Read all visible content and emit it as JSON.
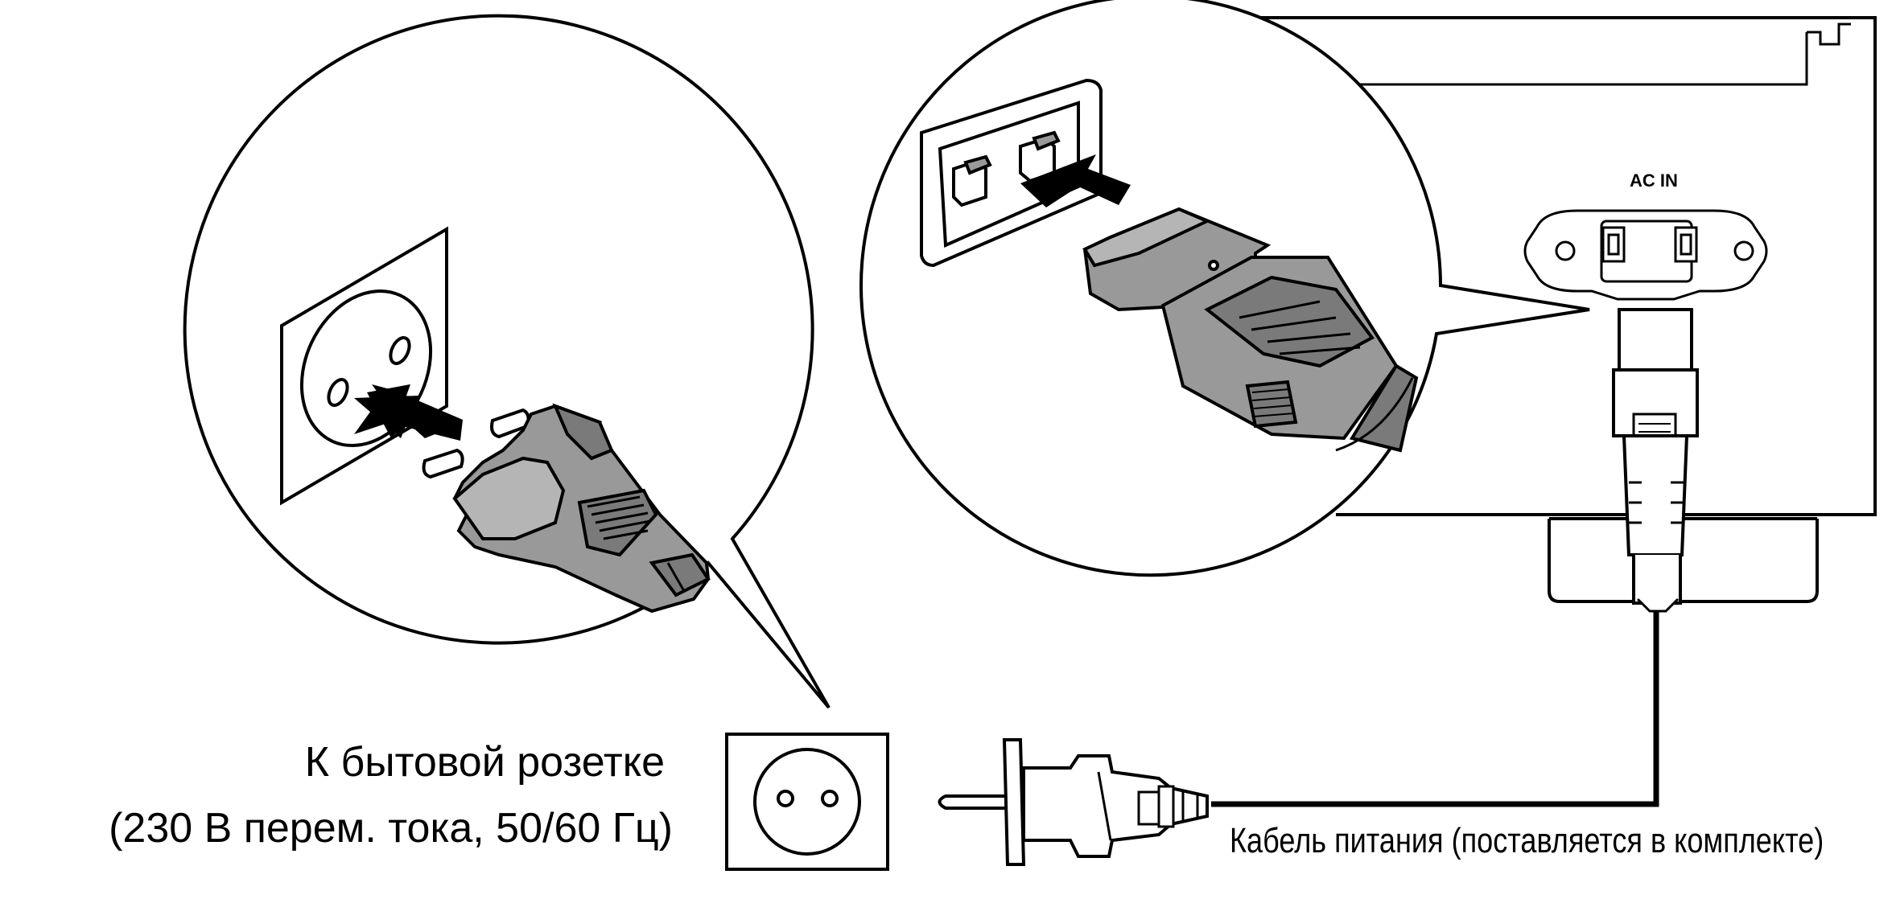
{
  "labels": {
    "ac_in": "AC IN",
    "outlet_line1": "К бытовой розетке",
    "outlet_line2": "(230 В перем. тока, 50/60 Гц)",
    "power_cable": "Кабель питания (поставляется в комплекте)"
  },
  "colors": {
    "line": "#000000",
    "plug_fill": "#999999",
    "plug_light": "#b5b5b5",
    "plug_dark": "#7a7a7a",
    "background": "#ffffff"
  }
}
